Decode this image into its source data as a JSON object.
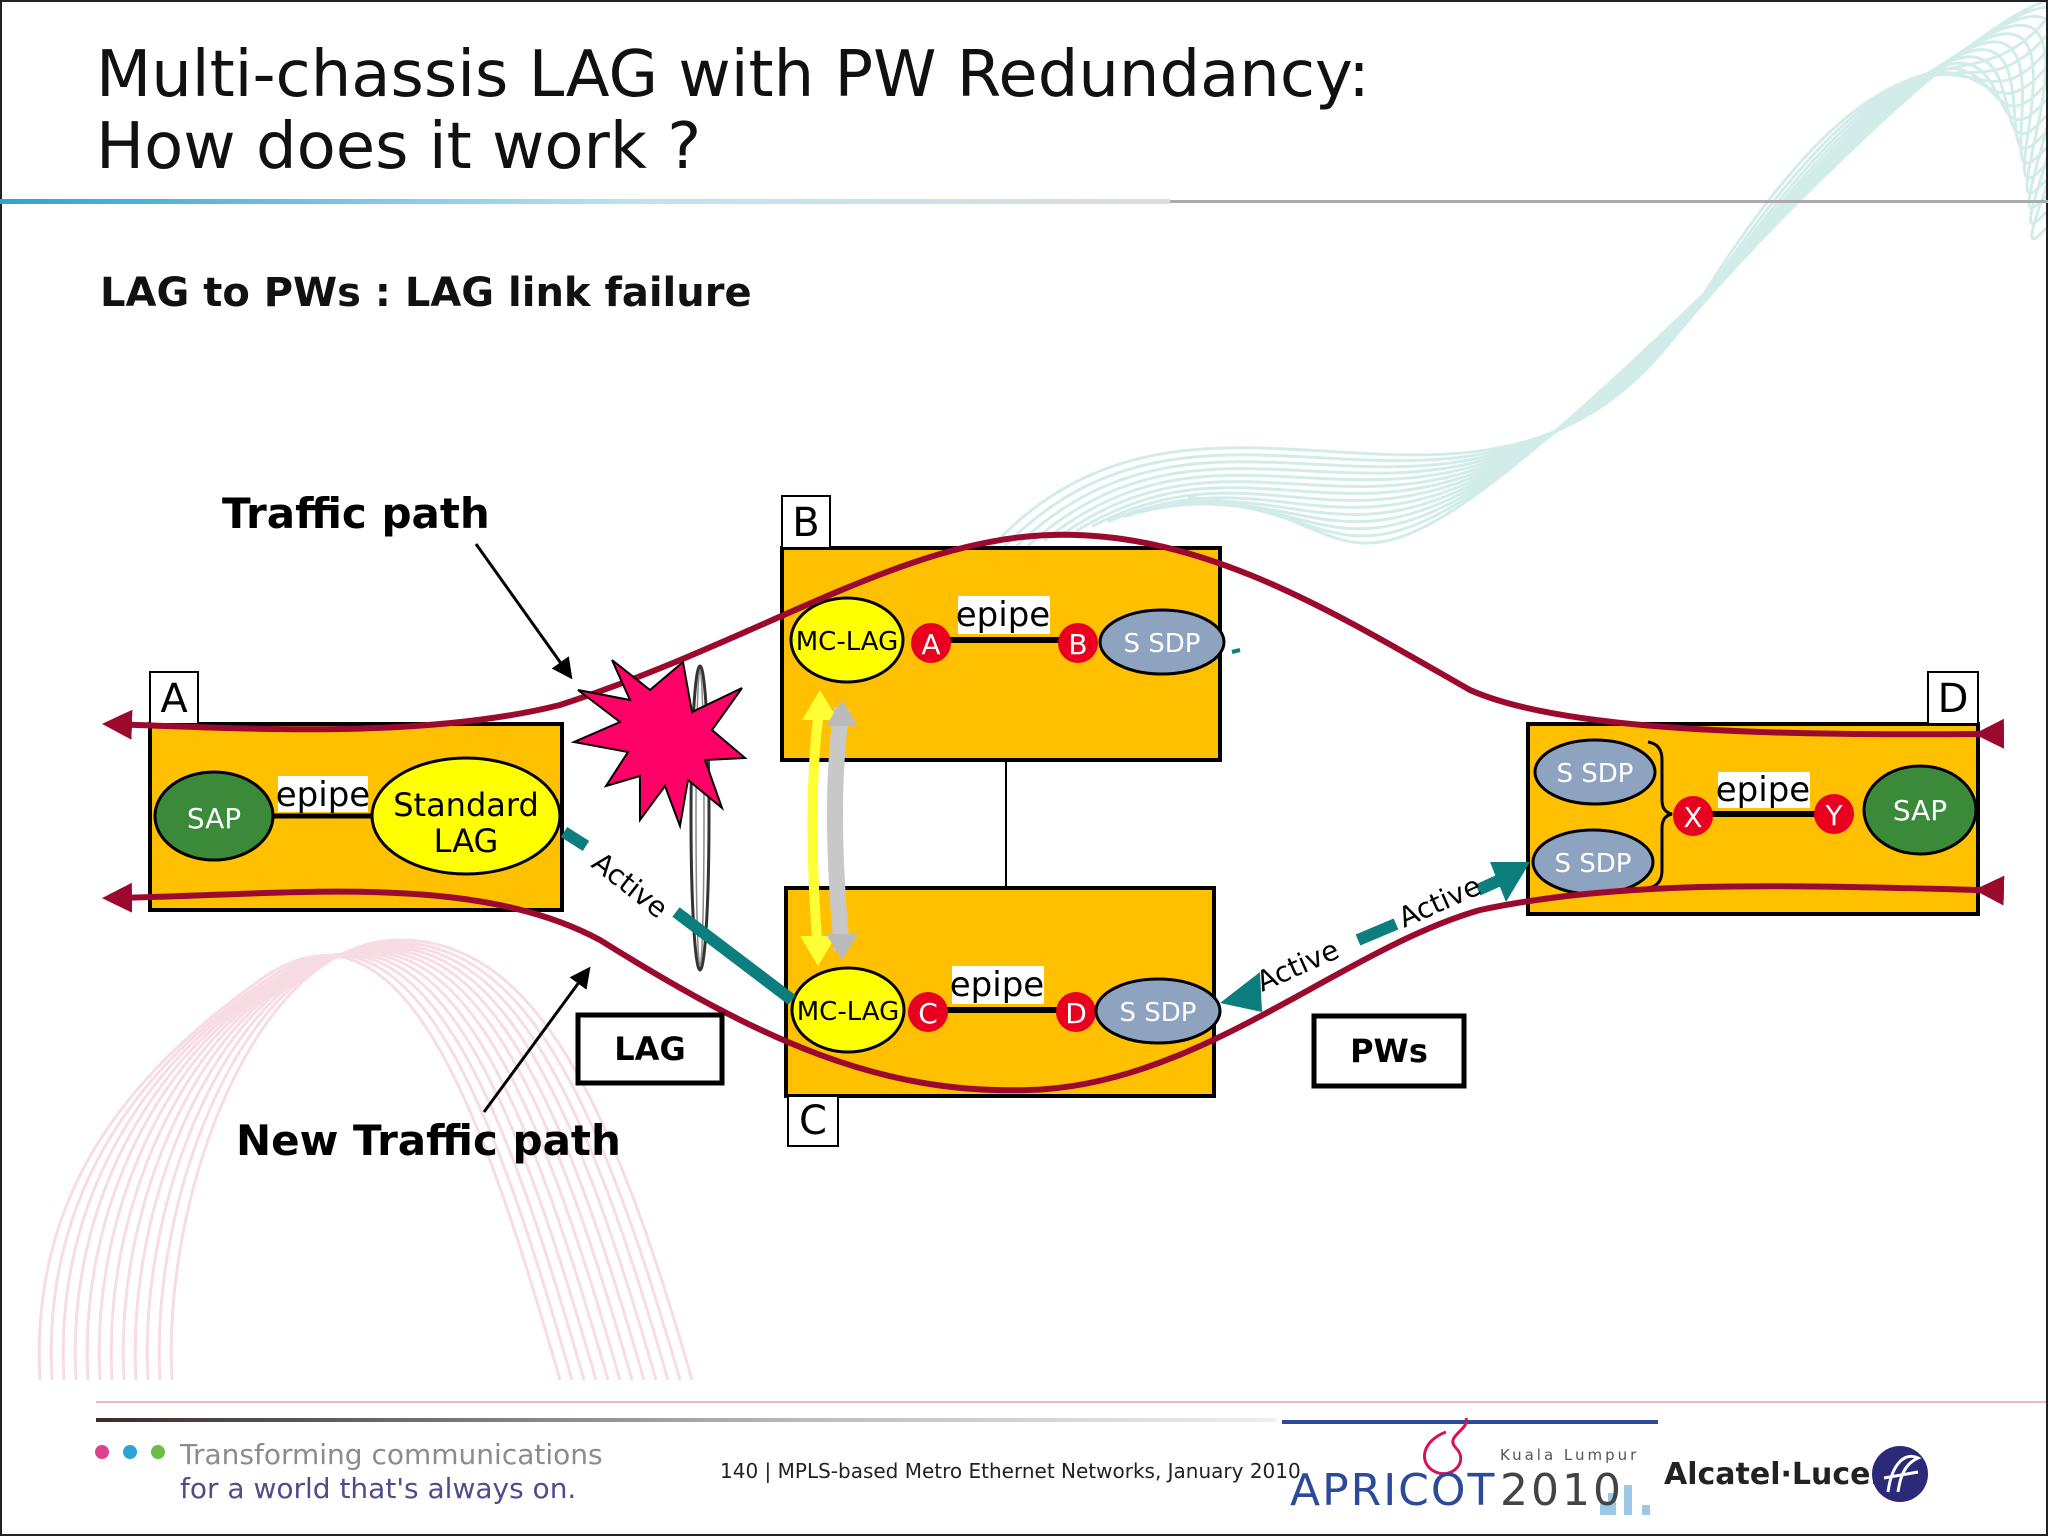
{
  "slide": {
    "title_line1": "Multi-chassis LAG with PW Redundancy:",
    "title_line2": "How does it work ?",
    "subtitle": "LAG to PWs : LAG link failure"
  },
  "nodes": {
    "A": {
      "label": "A",
      "sap": "SAP",
      "epipe": "epipe",
      "lag_line1": "Standard",
      "lag_line2": "LAG"
    },
    "B": {
      "label": "B",
      "mclag": "MC-LAG",
      "epipe": "epipe",
      "left_point": "A",
      "right_point": "B",
      "sdp": "S SDP"
    },
    "C": {
      "label": "C",
      "mclag": "MC-LAG",
      "epipe": "epipe",
      "left_point": "C",
      "right_point": "D",
      "sdp": "S SDP"
    },
    "D": {
      "label": "D",
      "sdp_top": "S SDP",
      "sdp_bottom": "S SDP",
      "epipe": "epipe",
      "left_point": "X",
      "right_point": "Y",
      "sap": "SAP"
    }
  },
  "annotations": {
    "traffic_path": "Traffic path",
    "new_traffic_path": "New Traffic path",
    "lag_box": "LAG",
    "pws_box": "PWs",
    "active_lag": "Active",
    "active_pw_left": "Active",
    "active_pw_right": "Active"
  },
  "footer": {
    "tagline_line1": "Transforming communications",
    "tagline_line2": "for a world that's always on.",
    "page_info": "140 | MPLS-based Metro Ethernet Networks, January 2010",
    "event_city": "Kuala Lumpur",
    "event_name": "APRICOT",
    "event_year": "2010",
    "brand": "Alcatel·Lucent"
  },
  "colors": {
    "node_fill": "#FFC000",
    "mclag_fill": "#FFFF00",
    "sap_fill": "#3A8A3A",
    "sdp_fill": "#8EA3BF",
    "point_fill": "#E8001E",
    "traffic_path": "#9B0A2E",
    "active_pw": "#0D7E7E",
    "burst": "#FF0066"
  }
}
